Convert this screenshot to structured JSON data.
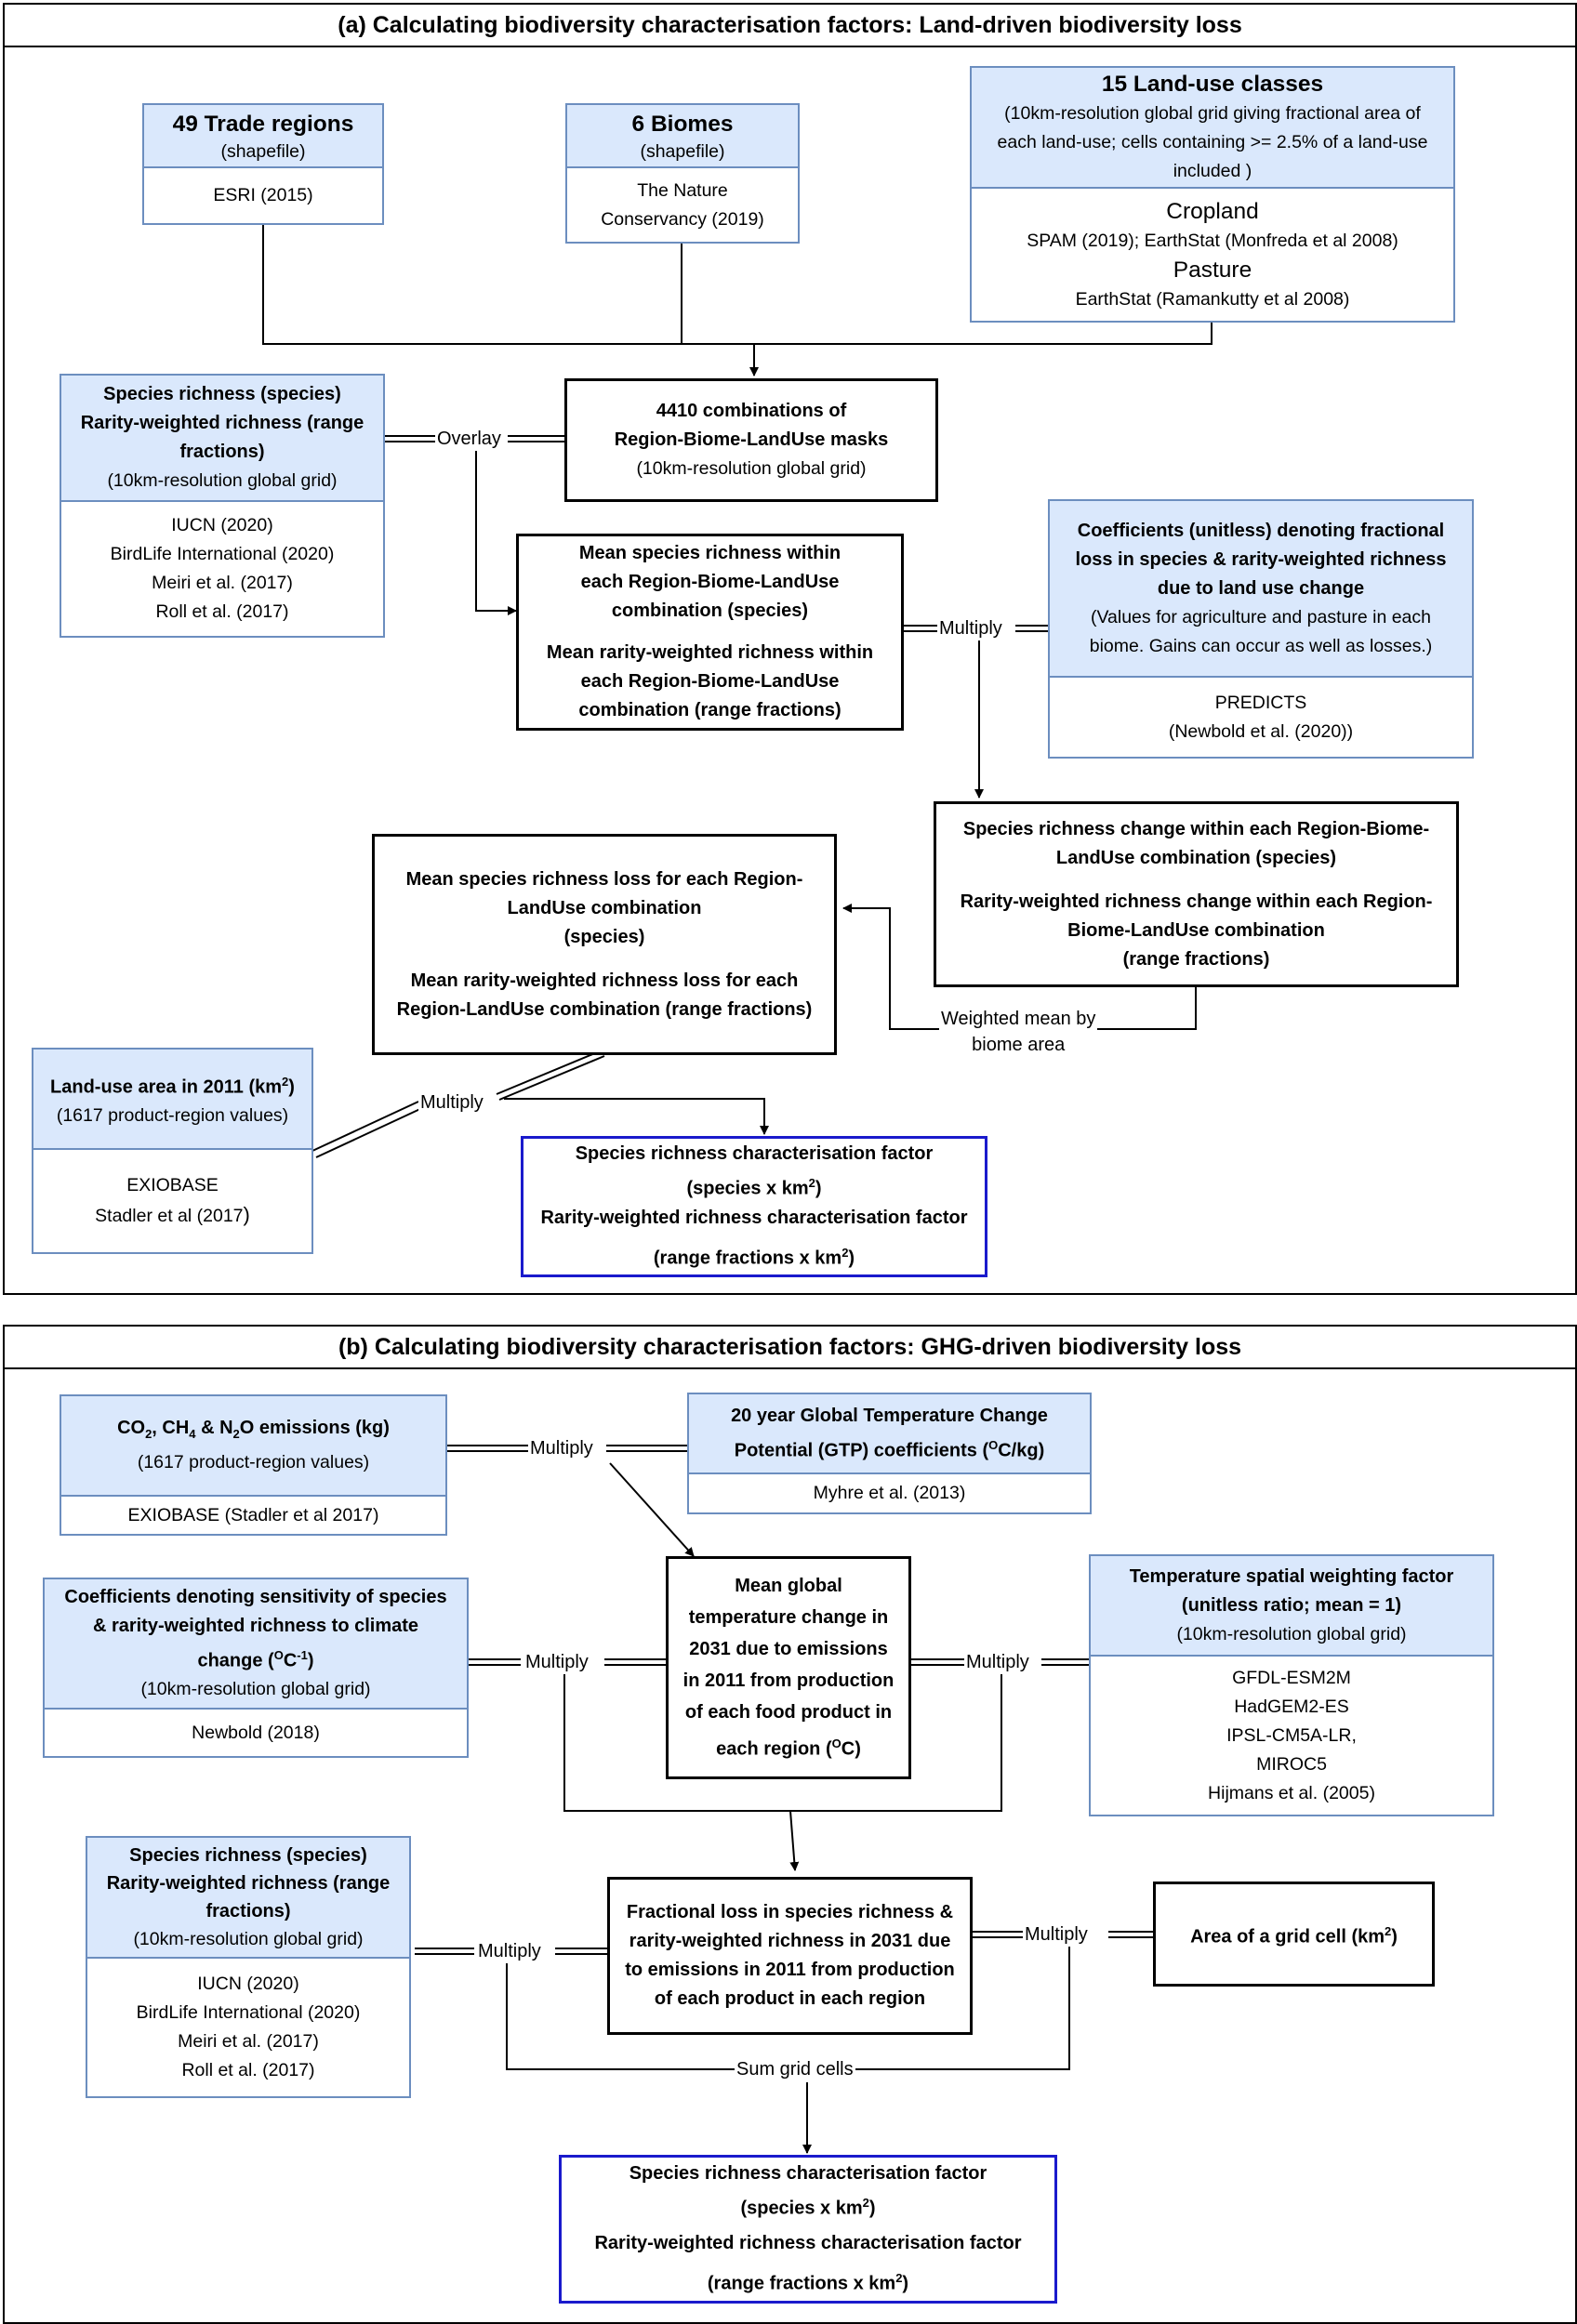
{
  "panel_a": {
    "title": "(a) Calculating biodiversity characterisation factors: Land-driven biodiversity loss",
    "trade_regions": {
      "title": "49 Trade regions",
      "subtitle": "(shapefile)",
      "source": "ESRI (2015)"
    },
    "biomes": {
      "title": "6 Biomes",
      "subtitle": "(shapefile)",
      "source_1": "The Nature",
      "source_2": "Conservancy (2019)"
    },
    "land_use_classes": {
      "title": "15 Land-use classes",
      "desc_1": "(10km-resolution global grid giving fractional area of",
      "desc_2": "each land-use; cells containing >= 2.5% of a land-use",
      "desc_3": "included )",
      "cropland_heading": "Cropland",
      "cropland_sources": "SPAM (2019);  EarthStat (Monfreda et al 2008)",
      "pasture_heading": "Pasture",
      "pasture_sources": "EarthStat (Ramankutty et al 2008)"
    },
    "species_richness": {
      "line_1": "Species richness (species)",
      "line_2": "Rarity-weighted richness (range",
      "line_3": "fractions)",
      "grid": "(10km-resolution global grid)",
      "sources": [
        "IUCN (2020)",
        "BirdLife International (2020)",
        "Meiri et al. (2017)",
        "Roll et al. (2017)"
      ]
    },
    "combinations": {
      "line_1": "4410 combinations of",
      "line_2": "Region-Biome-LandUse masks",
      "line_3": "(10km-resolution global grid)"
    },
    "mean_richness": {
      "lines_1": [
        "Mean species richness within",
        "each Region-Biome-LandUse",
        "combination (species)"
      ],
      "lines_2": [
        "Mean rarity-weighted richness within",
        "each Region-Biome-LandUse",
        "combination (range fractions)"
      ]
    },
    "coefficients": {
      "bold_lines": [
        "Coefficients (unitless) denoting fractional",
        "loss in species & rarity-weighted richness",
        "due to land use change"
      ],
      "note_lines": [
        "(Values for agriculture and pasture in each",
        "biome. Gains can occur as well as losses.)"
      ],
      "source_1": "PREDICTS",
      "source_2": "(Newbold et al. (2020))"
    },
    "richness_change": {
      "lines_1": [
        "Species richness change within each Region-Biome-",
        "LandUse combination (species)"
      ],
      "lines_2": [
        "Rarity-weighted richness change within each Region-",
        "Biome-LandUse combination",
        "(range fractions)"
      ]
    },
    "mean_loss": {
      "lines_1": [
        "Mean species richness loss for each Region-",
        "LandUse combination",
        "(species)"
      ],
      "lines_2": [
        "Mean rarity-weighted richness loss for each",
        "Region-LandUse combination (range fractions)"
      ]
    },
    "land_use_area": {
      "title_pre": "Land-use area in 2011 (km",
      "title_sup": "2",
      "title_post": ")",
      "subtitle": "(1617 product-region values)",
      "source_1": "EXIOBASE",
      "source_2": "Stadler et al (2017",
      "source_2_paren": ")"
    },
    "result": {
      "line_1": "Species richness characterisation factor",
      "line_2_pre": "(species x km",
      "line_2_sup": "2",
      "line_2_post": ")",
      "line_3": "Rarity-weighted richness characterisation factor",
      "line_4_pre": "(range fractions x km",
      "line_4_sup": "2",
      "line_4_post": ")"
    },
    "labels": {
      "overlay": "Overlay",
      "multiply_1": "Multiply",
      "weighted_mean_1": "Weighted mean by",
      "weighted_mean_2": "biome area",
      "multiply_2": "Multiply"
    }
  },
  "panel_b": {
    "title": "(b) Calculating biodiversity characterisation factors: GHG-driven biodiversity loss",
    "emissions": {
      "co2": "CO",
      "co2_sub": "2",
      "ch4": ", CH",
      "ch4_sub": "4",
      "n2o": " & N",
      "n2o_sub": "2",
      "tail": "O emissions (kg)",
      "subtitle": "(1617 product-region values)",
      "source": "EXIOBASE (Stadler et al 2017)"
    },
    "gtp": {
      "line_1": "20 year Global Temperature Change",
      "line_2_pre": "Potential (GTP) coefficients (",
      "line_2_sup": "O",
      "line_2_post": "C/kg)",
      "source": "Myhre et al. (2013)"
    },
    "sensitivity": {
      "line_1": "Coefficients denoting sensitivity of species",
      "line_2": "& rarity-weighted richness to climate",
      "line_3_pre": "change (",
      "line_3_sup": "O",
      "line_3_mid": "C",
      "line_3_sup2": "-1",
      "line_3_post": ")",
      "grid": "(10km-resolution global grid)",
      "source": "Newbold (2018)"
    },
    "temp_change": {
      "lines": [
        "Mean global",
        "temperature change in",
        "2031 due to emissions",
        "in 2011 from production",
        "of each food product in"
      ],
      "last_pre": "each region (",
      "last_sup": "O",
      "last_post": "C)"
    },
    "spatial_weight": {
      "line_1": "Temperature spatial weighting factor",
      "line_2": "(unitless ratio; mean = 1)",
      "grid": "(10km-resolution global grid)",
      "sources": [
        "GFDL-ESM2M",
        "HadGEM2-ES",
        "IPSL-CM5A-LR,",
        "MIROC5",
        "Hijmans et al. (2005)"
      ]
    },
    "species_richness": {
      "line_1": "Species richness (species)",
      "line_2": "Rarity-weighted richness (range",
      "line_3": "fractions)",
      "grid": "(10km-resolution global grid)",
      "sources": [
        "IUCN (2020)",
        "BirdLife International (2020)",
        "Meiri et al. (2017)",
        "Roll et al. (2017)"
      ]
    },
    "fractional_loss": {
      "lines": [
        "Fractional loss in species richness &",
        "rarity-weighted richness in 2031 due",
        "to emissions in 2011 from production",
        "of each product in each region"
      ]
    },
    "grid_cell_area": {
      "pre": "Area of a grid cell (km",
      "sup": "2",
      "post": ")"
    },
    "result": {
      "line_1": "Species richness characterisation factor",
      "line_2_pre": "(species x km",
      "line_2_sup": "2",
      "line_2_post": ")",
      "line_3": "Rarity-weighted richness characterisation factor",
      "line_4_pre": "(range fractions x km",
      "line_4_sup": "2",
      "line_4_post": ")"
    },
    "labels": {
      "multiply_1": "Multiply",
      "multiply_2": "Multiply",
      "multiply_3": "Multiply",
      "multiply_4": "Multiply",
      "multiply_5": "Multiply",
      "sum_grid_cells": "Sum grid cells"
    }
  }
}
